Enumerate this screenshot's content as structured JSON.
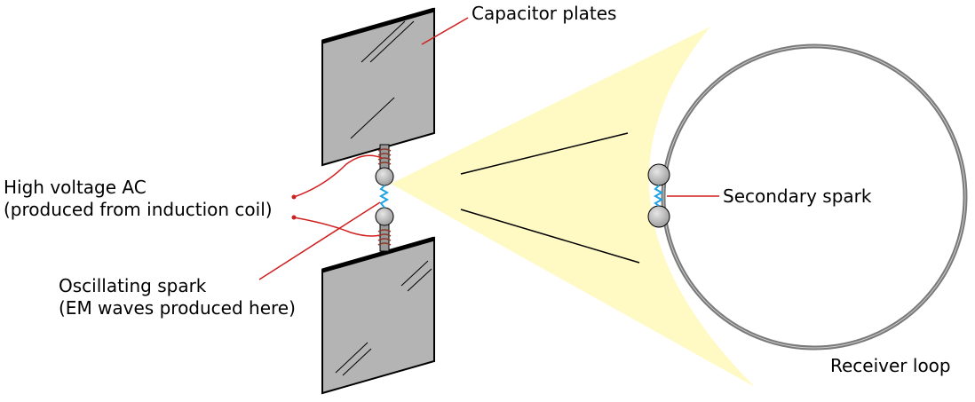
{
  "labels": {
    "capacitor_plates": "Capacitor plates",
    "high_voltage_line1": "High voltage AC",
    "high_voltage_line2": "(produced from induction coil)",
    "oscillating_line1": "Oscillating spark",
    "oscillating_line2": "(EM waves produced here)",
    "secondary_spark": "Secondary spark",
    "receiver_loop": "Receiver loop"
  },
  "colors": {
    "plate_fill": "#b4b4b4",
    "beam_fill": "#fff9c4",
    "leader": "#d01f1f",
    "spark": "#1ea3e6",
    "coil": "#8b3a2a",
    "loop": "#7a7a7a",
    "sphere": "#b0b0b0"
  }
}
